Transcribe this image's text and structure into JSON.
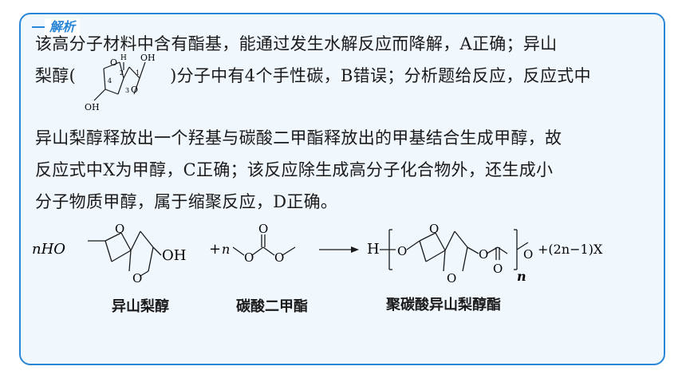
{
  "header": {
    "tag": "解析"
  },
  "paragraph": {
    "line1": "该高分子材料中含有酯基，能通过发生水解反应而降解，A正确；异山",
    "line2_before": "梨醇(",
    "line2_after": ")分子中有4个手性碳，B错误；分析题给反应，反应式中",
    "line3": "异山梨醇释放出一个羟基与碳酸二甲酯释放出的甲基结合生成甲醇，故",
    "line4": "反应式中X为甲醇，C正确；该反应除生成高分子化合物外，还生成小",
    "line5": "分子物质甲醇，属于缩聚反应，D正确。"
  },
  "inline_structure": {
    "oh_top": "OH",
    "oh_bottom": "OH",
    "h": "H",
    "o": "O",
    "numbers": [
      "1",
      "2",
      "3",
      "4"
    ]
  },
  "reaction": {
    "reactant1_prefix": "nHO",
    "reactant1_suffix": "OH",
    "plus": "+",
    "n": "n",
    "carbonate_o": "O",
    "product_h": "H",
    "product_n": "n",
    "byproduct": "+(2n−1)X",
    "labels": {
      "reactant1": "异山梨醇",
      "reactant2": "碳酸二甲酯",
      "product": "聚碳酸异山梨醇酯"
    }
  },
  "colors": {
    "accent": "#2a86d6",
    "background": "#f1f8fd"
  }
}
